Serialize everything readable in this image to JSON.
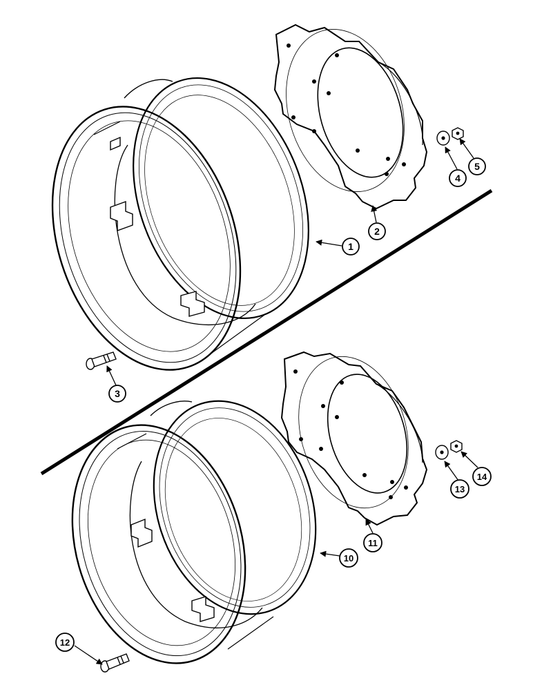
{
  "callouts": {
    "c1": "1",
    "c2": "2",
    "c3": "3",
    "c4": "4",
    "c5": "5",
    "c10": "10",
    "c11": "11",
    "c12": "12",
    "c13": "13",
    "c14": "14"
  },
  "colors": {
    "line": "#000000",
    "paper": "#ffffff"
  }
}
